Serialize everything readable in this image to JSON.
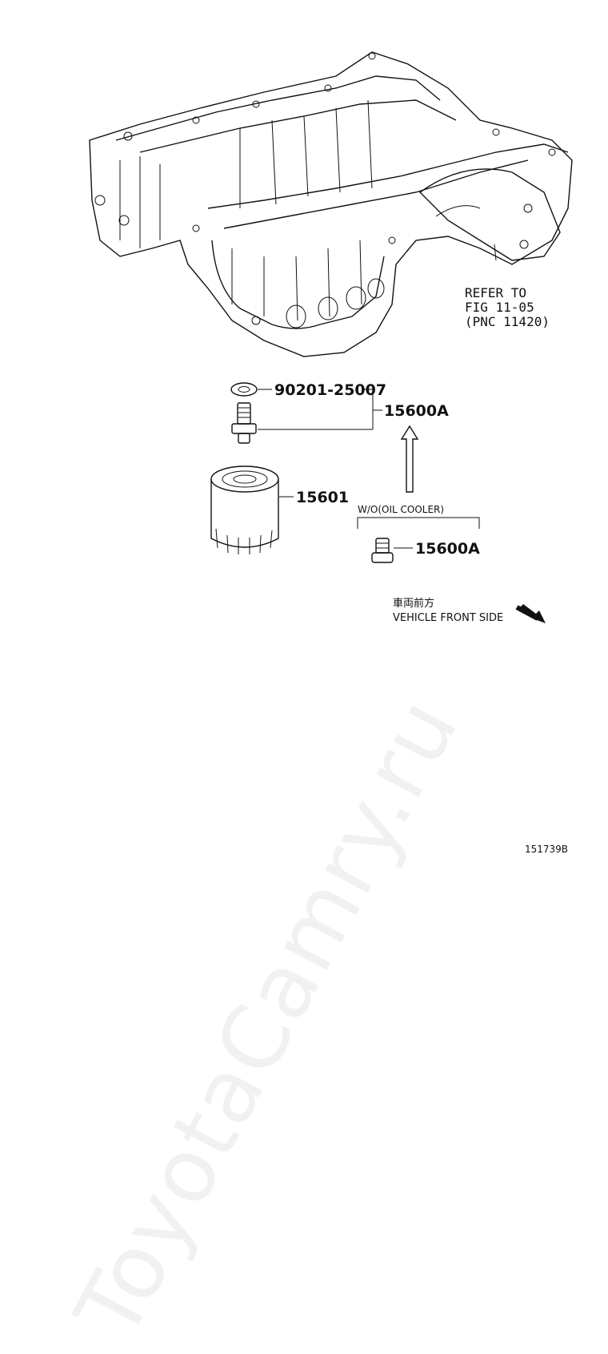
{
  "watermark": "ToyotaCamry.ru",
  "reference": {
    "line1": "REFER TO",
    "line2": "FIG 11-05",
    "line3": "(PNC 11420)"
  },
  "parts": {
    "gasket": "90201-25007",
    "union_bolt": "15600A",
    "oil_filter": "15601",
    "plug": "15600A"
  },
  "variant_label": "W/O(OIL COOLER)",
  "direction": {
    "japanese": "車両前方",
    "english": "VEHICLE FRONT SIDE"
  },
  "figure_number": "151739B"
}
